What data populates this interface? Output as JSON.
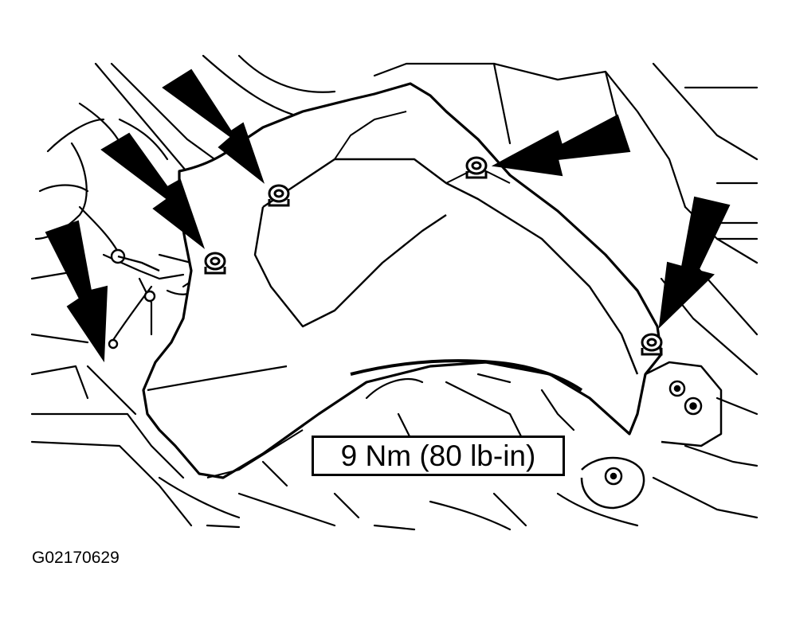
{
  "figure": {
    "torque_spec": "9 Nm (80 lb-in)",
    "figure_id": "G02170629"
  },
  "callouts": {
    "arrow_count": 5,
    "fastener_count": 4
  },
  "colors": {
    "ink": "#000000",
    "paper": "#ffffff"
  }
}
